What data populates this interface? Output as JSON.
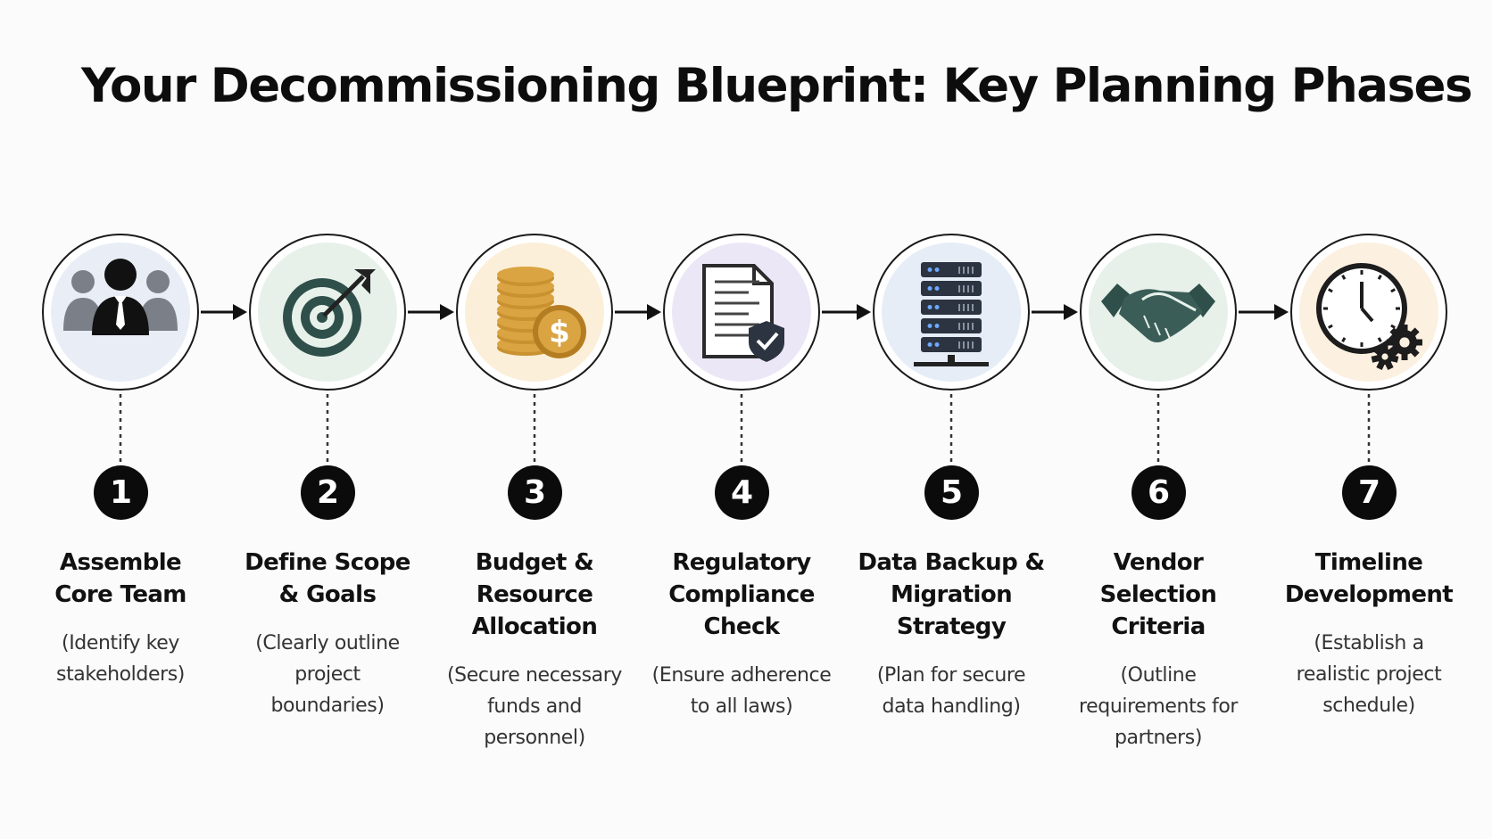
{
  "title": "Your Decommissioning Blueprint: Key Planning Phases",
  "phases": [
    {
      "number": "1",
      "label_lines": [
        "Assemble",
        "Core Team"
      ],
      "desc_lines": [
        "(Identify key",
        "stakeholders)"
      ],
      "icon": "team-icon",
      "tint": "#e9eef6"
    },
    {
      "number": "2",
      "label_lines": [
        "Define Scope",
        "& Goals"
      ],
      "desc_lines": [
        "(Clearly outline",
        "project",
        "boundaries)"
      ],
      "icon": "target-icon",
      "tint": "#e7f1ea"
    },
    {
      "number": "3",
      "label_lines": [
        "Budget &",
        "Resource",
        "Allocation"
      ],
      "desc_lines": [
        "(Secure necessary",
        "funds and",
        "personnel)"
      ],
      "icon": "coins-icon",
      "tint": "#fbefd9"
    },
    {
      "number": "4",
      "label_lines": [
        "Regulatory",
        "Compliance",
        "Check"
      ],
      "desc_lines": [
        "(Ensure adherence",
        "to all laws)"
      ],
      "icon": "compliance-document-icon",
      "tint": "#ece7f7"
    },
    {
      "number": "5",
      "label_lines": [
        "Data Backup &",
        "Migration",
        "Strategy"
      ],
      "desc_lines": [
        "(Plan for secure",
        "data handling)"
      ],
      "icon": "server-icon",
      "tint": "#e6edf6"
    },
    {
      "number": "6",
      "label_lines": [
        "Vendor",
        "Selection",
        "Criteria"
      ],
      "desc_lines": [
        "(Outline",
        "requirements for",
        "partners)"
      ],
      "icon": "handshake-icon",
      "tint": "#e7f1ea"
    },
    {
      "number": "7",
      "label_lines": [
        "Timeline",
        "Development"
      ],
      "desc_lines": [
        "(Establish a",
        "realistic project",
        "schedule)"
      ],
      "icon": "clock-gear-icon",
      "tint": "#fcf0e0"
    }
  ],
  "colors": {
    "dark": "#111111",
    "teal": "#2f4f4a",
    "gold": "#d9a441",
    "slate": "#2b3440"
  }
}
